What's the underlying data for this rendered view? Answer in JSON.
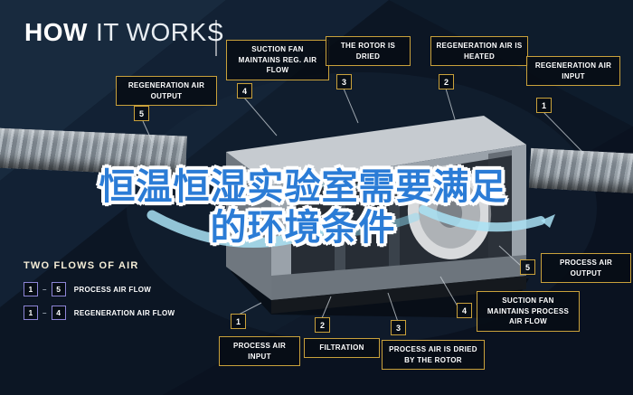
{
  "title": {
    "bold": "HOW",
    "light": "IT WORKS"
  },
  "overlay_text": {
    "line1": "恒温恒湿实验室需要满足",
    "line2": "的环境条件"
  },
  "callouts": [
    {
      "badge": "5",
      "text": "REGENERATION AIR OUTPUT"
    },
    {
      "badge": "4",
      "text": "SUCTION FAN MAINTAINS REG. AIR FLOW"
    },
    {
      "badge": "3",
      "text": "THE ROTOR IS DRIED"
    },
    {
      "badge": "2",
      "text": "REGENERATION AIR IS HEATED"
    },
    {
      "badge": "1",
      "text": "REGENERATION AIR INPUT"
    },
    {
      "badge": "5",
      "text": "PROCESS AIR OUTPUT"
    },
    {
      "badge": "4",
      "text": "SUCTION FAN MAINTAINS PROCESS AIR FLOW"
    },
    {
      "badge": "3",
      "text": "PROCESS AIR IS DRIED BY THE ROTOR"
    },
    {
      "badge": "2",
      "text": "FILTRATION"
    },
    {
      "badge": "1",
      "text": "PROCESS AIR INPUT"
    }
  ],
  "legend": {
    "title": "TWO FLOWS OF AIR",
    "dash": "–",
    "items": [
      {
        "from": "1",
        "to": "5",
        "label": "PROCESS AIR FLOW"
      },
      {
        "from": "1",
        "to": "4",
        "label": "REGENERATION AIR FLOW"
      }
    ]
  },
  "colors": {
    "background": "#0c1624",
    "callout_border_gold": "#c9a13b",
    "legend_badge_border": "#8d85d6",
    "overlay_blue": "#2b7cd6",
    "airflow_swoosh": "#a9e2f5"
  }
}
